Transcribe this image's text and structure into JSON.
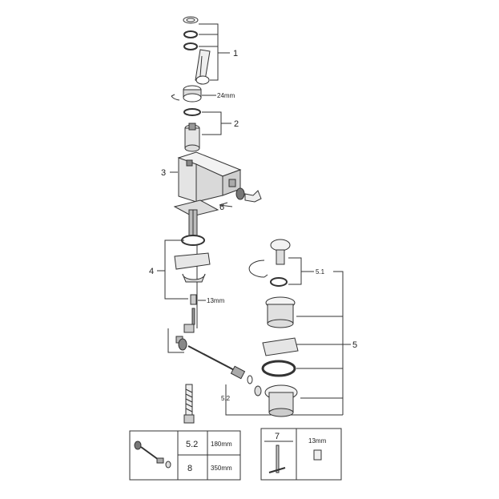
{
  "parts": {
    "p1": "1",
    "p2": "2",
    "p3": "3",
    "p4": "4",
    "p5": "5",
    "p5_1": "5.1",
    "p5_2": "5.2",
    "p6": "6"
  },
  "dimensions": {
    "nut": "24mm",
    "rod_nut": "13mm"
  },
  "table_left": {
    "rows": [
      {
        "ref": "5.2",
        "length": "180mm"
      },
      {
        "ref": "8",
        "length": "350mm"
      }
    ]
  },
  "table_right": {
    "ref": "7",
    "size": "13mm"
  }
}
